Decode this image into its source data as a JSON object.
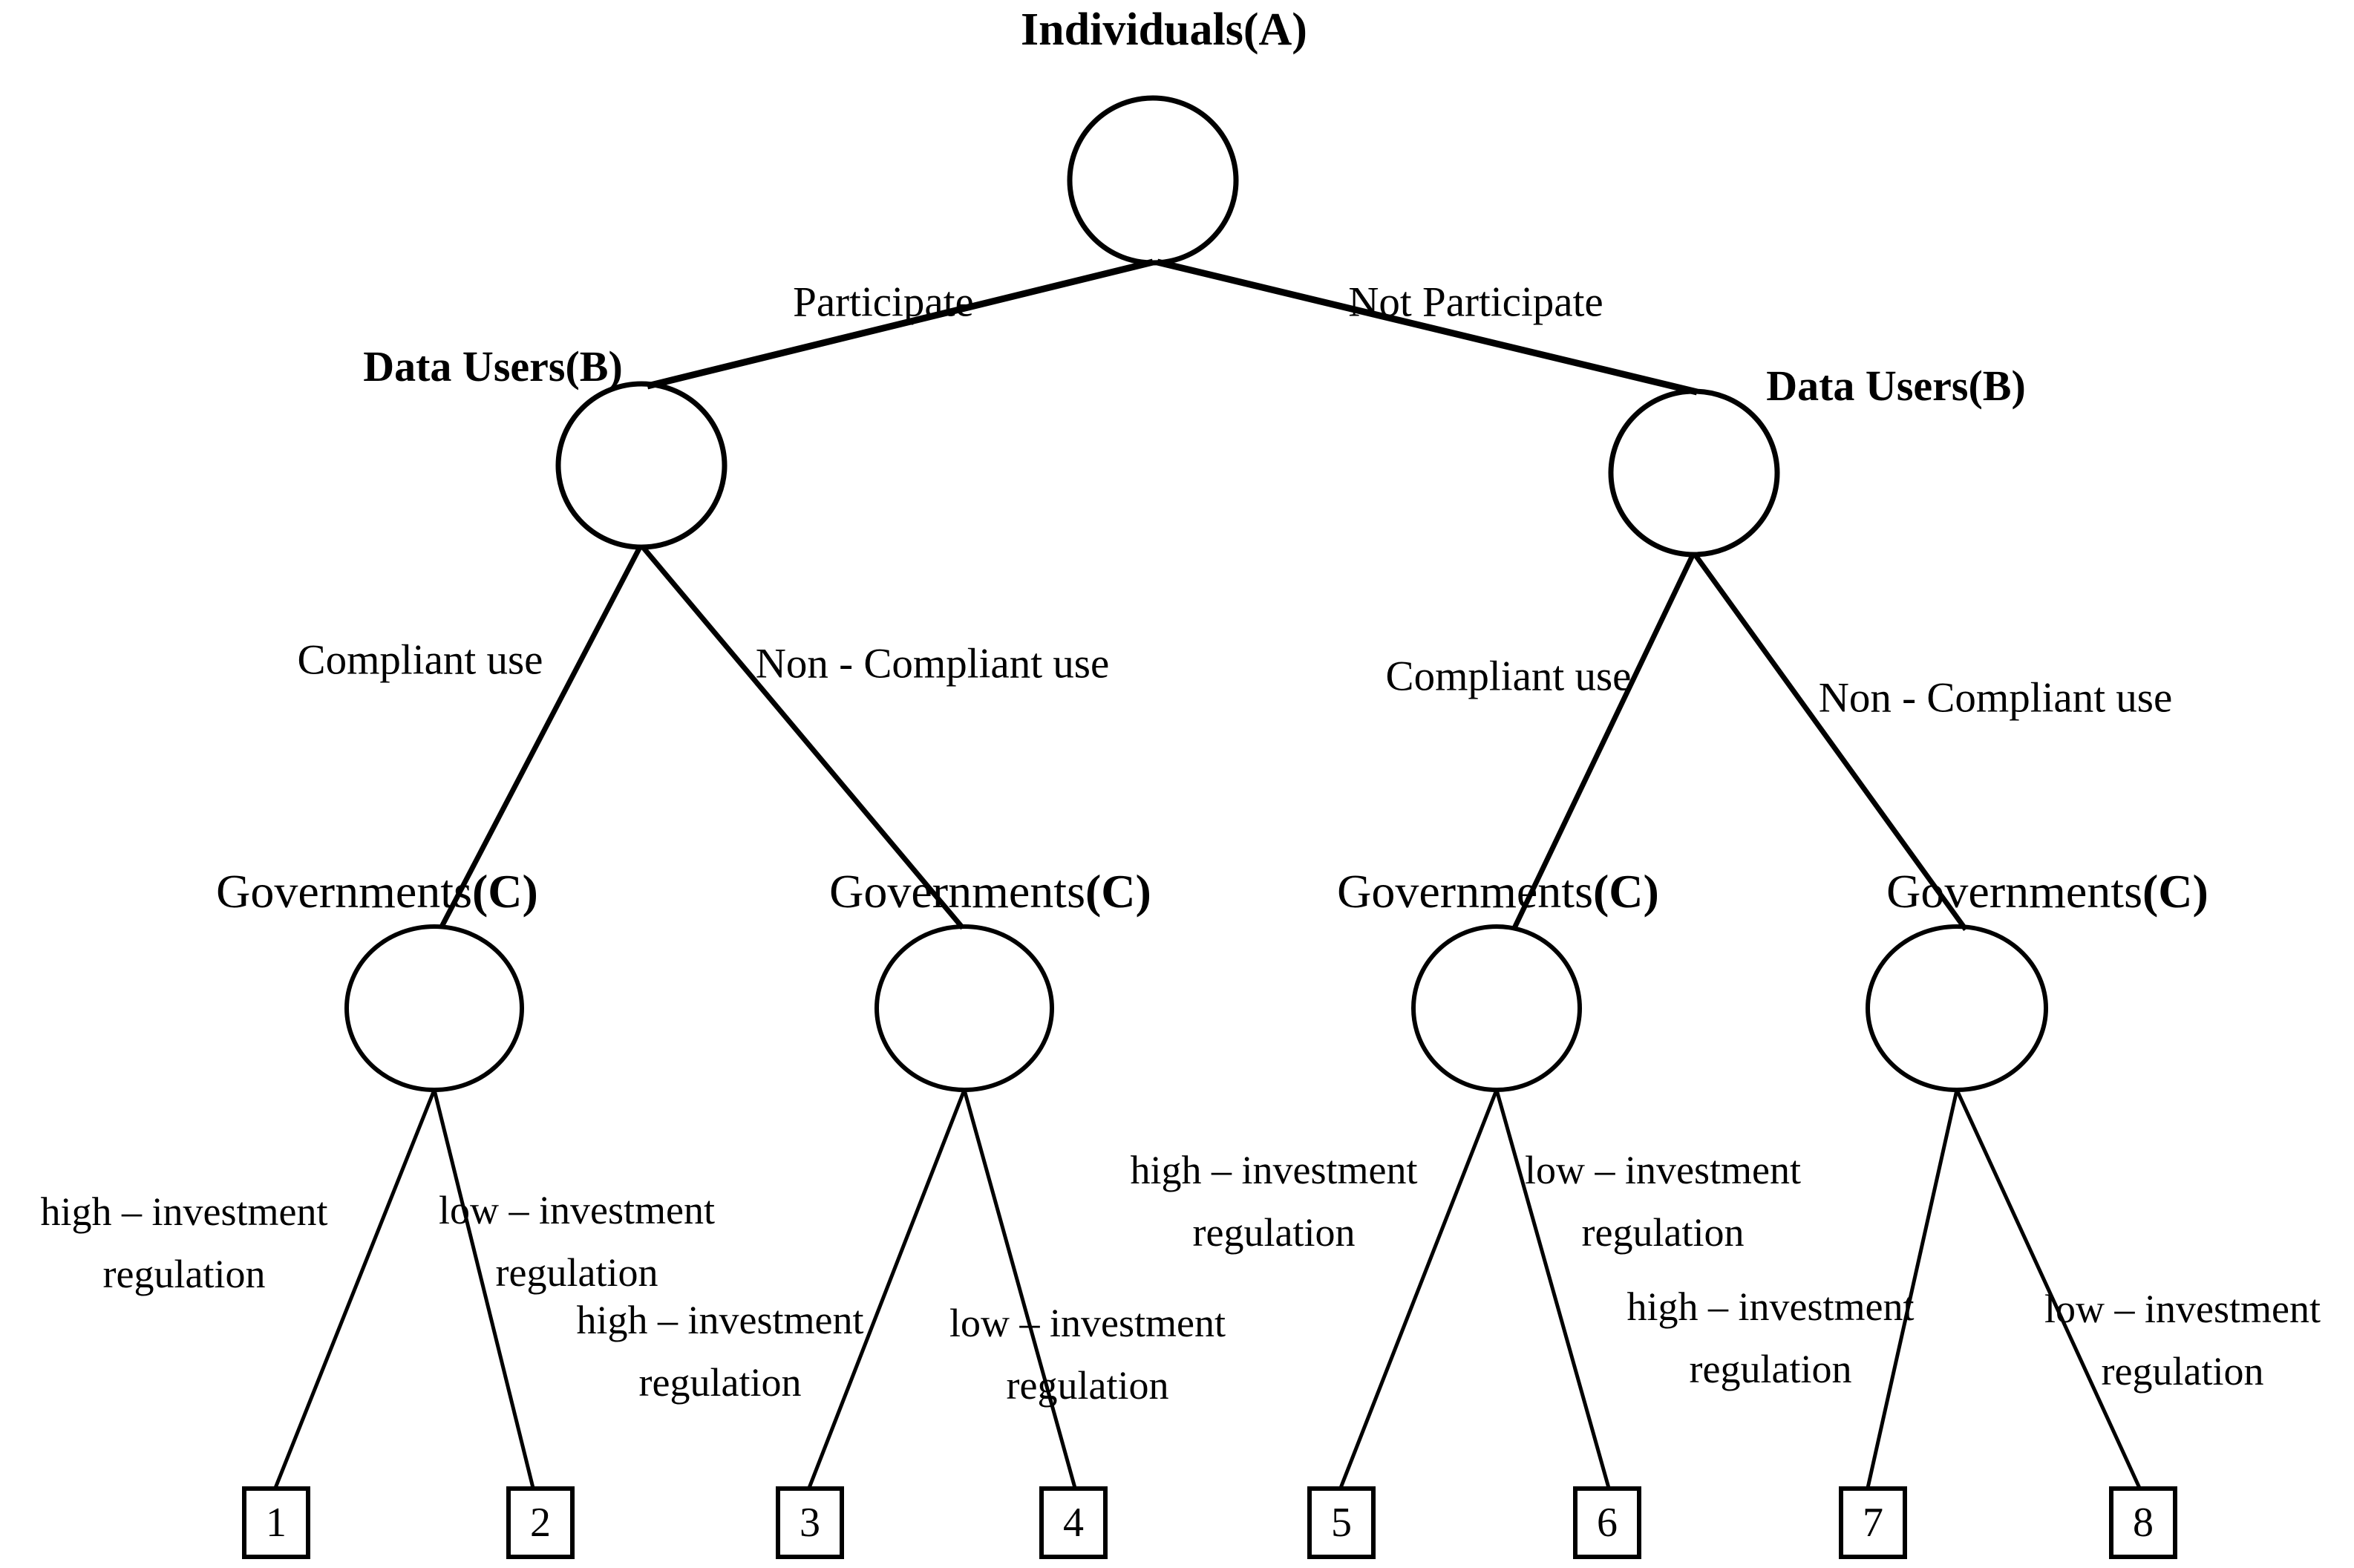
{
  "diagram": {
    "type": "game-tree",
    "background_color": "#ffffff",
    "ink_color": "#000000",
    "players": {
      "a": "Individuals(A)",
      "b": "Data Users(B)",
      "c_word": "Governments",
      "c_tag": "(C)"
    },
    "actions": {
      "participate": "Participate",
      "not_participate": "Not Participate",
      "compliant": "Compliant use",
      "non_compliant": "Non - Compliant use",
      "high_investment": "high – investment",
      "low_investment": "low – investment",
      "regulation": "regulation"
    },
    "leaves": [
      "1",
      "2",
      "3",
      "4",
      "5",
      "6",
      "7",
      "8"
    ]
  }
}
